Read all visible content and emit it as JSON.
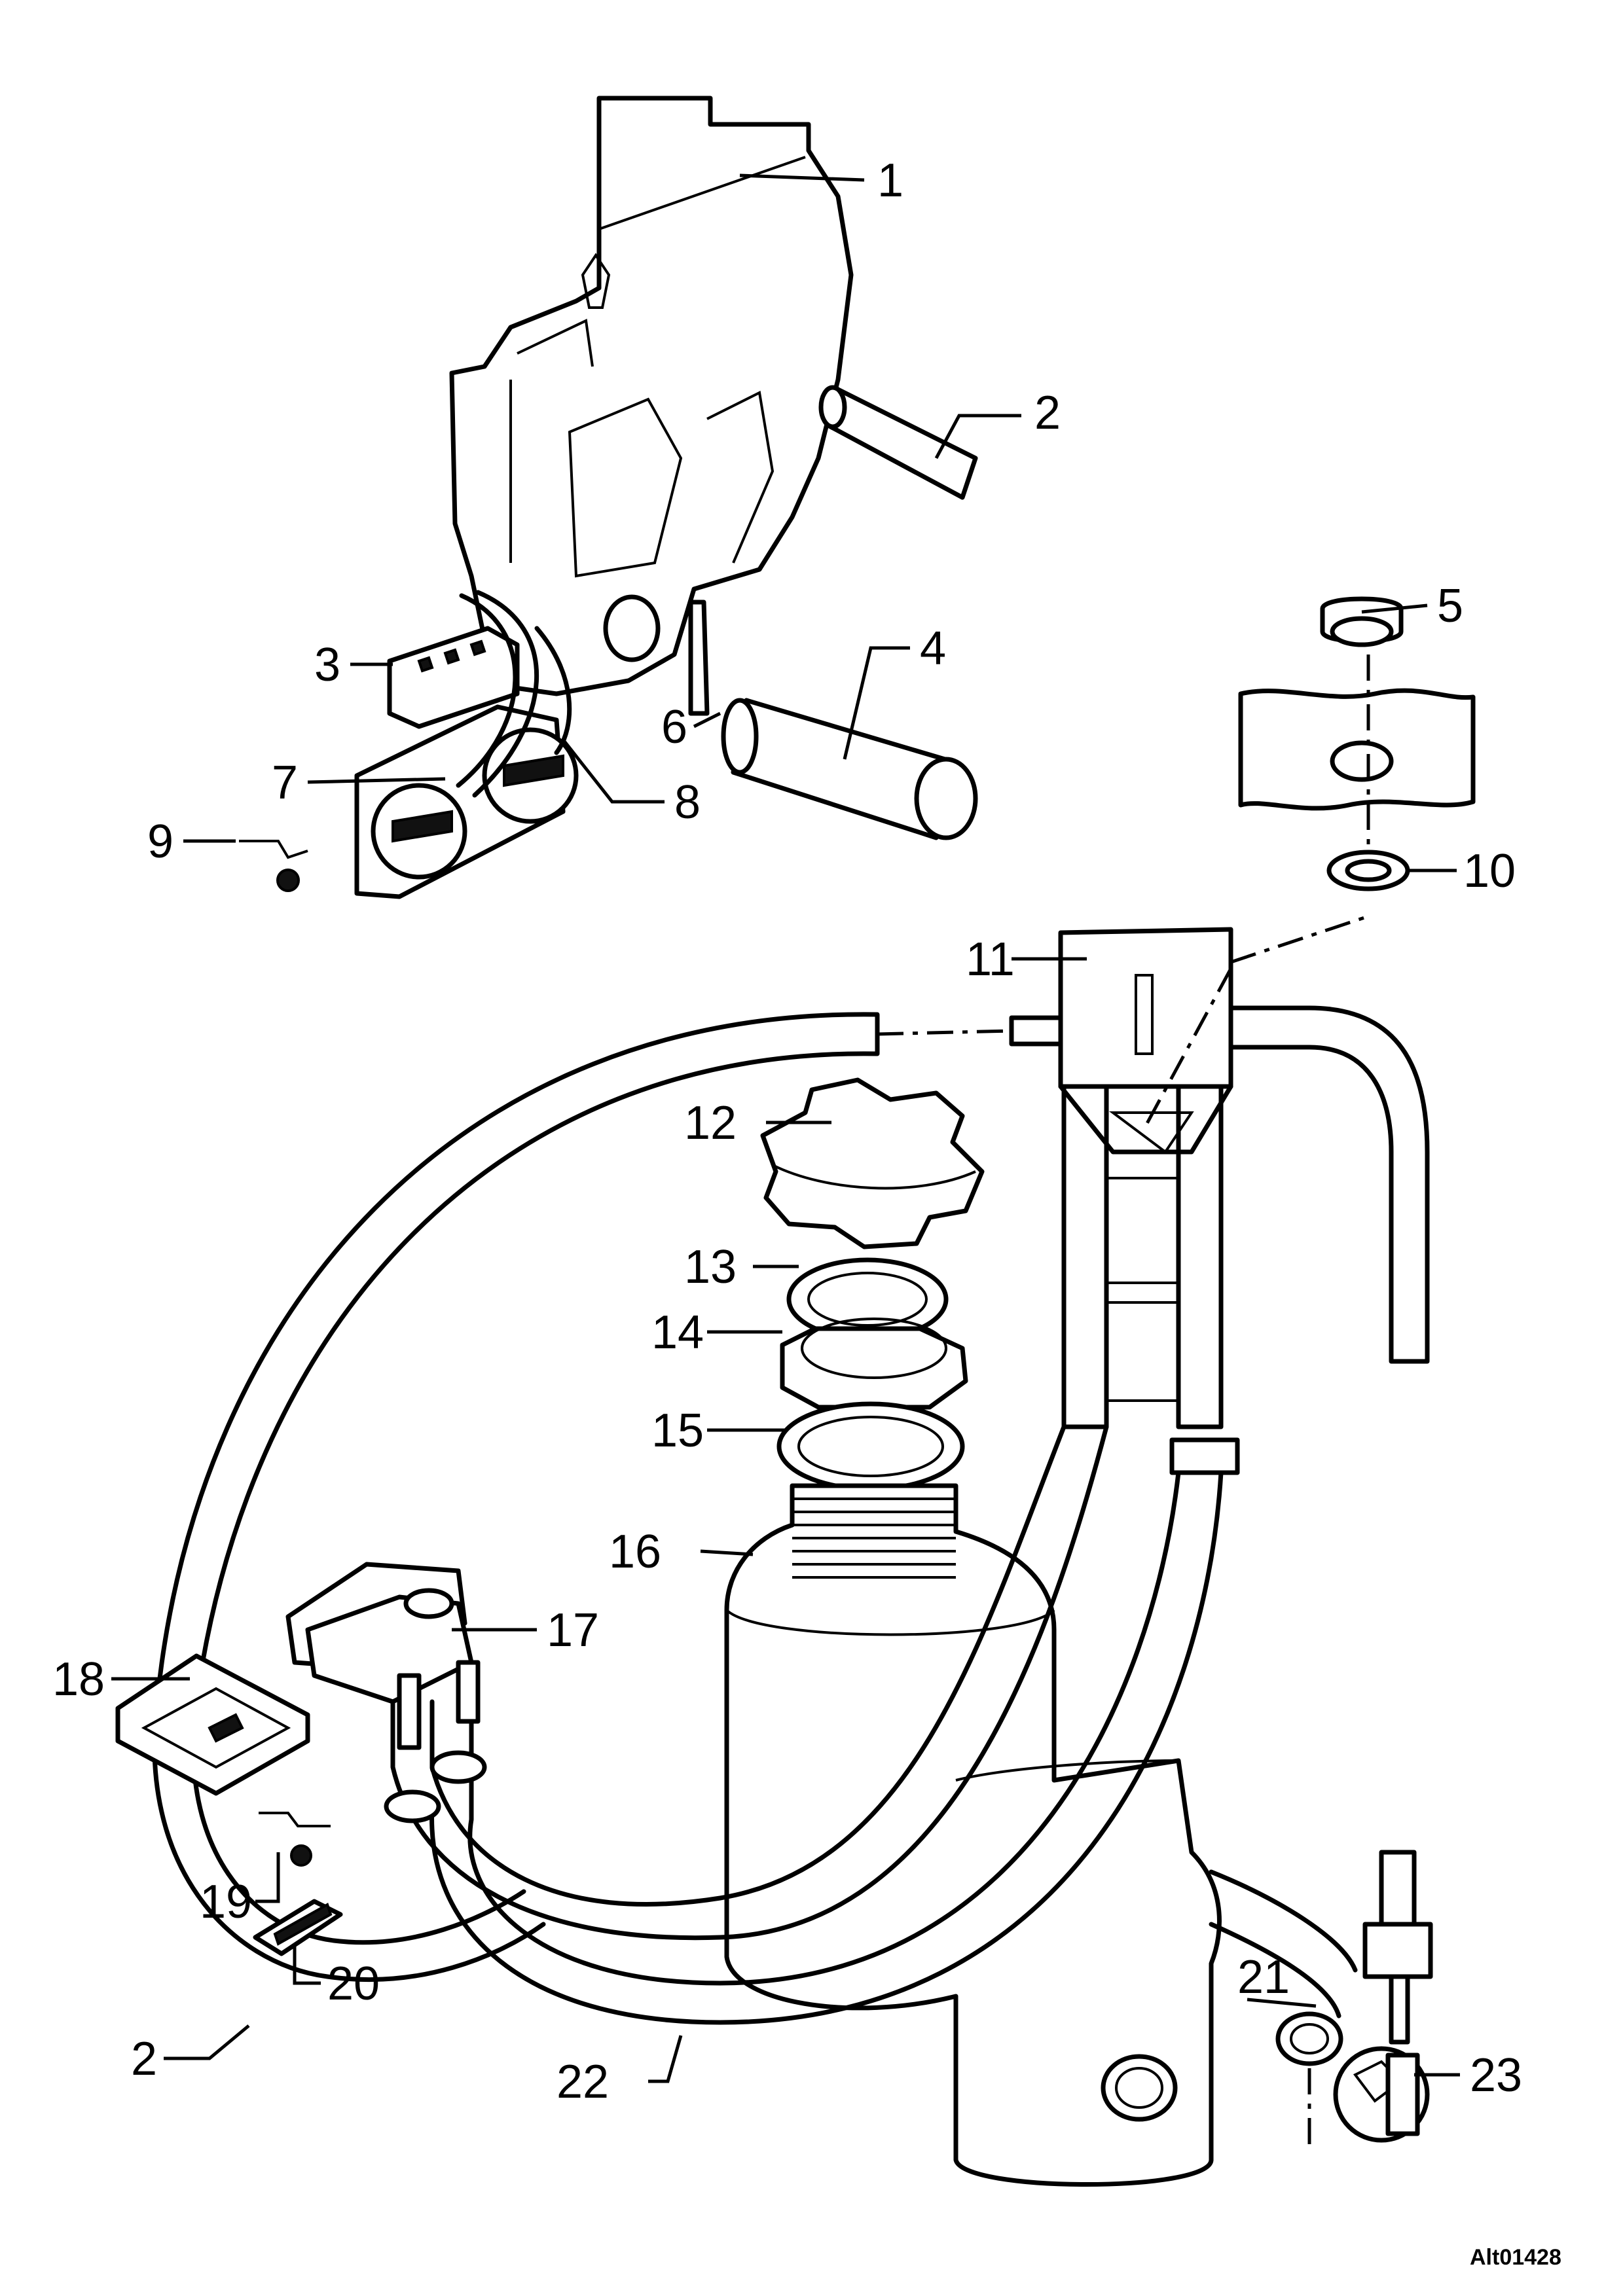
{
  "figure": {
    "reference_code": "Alt01428",
    "callouts": [
      {
        "id": "c1",
        "label": "1"
      },
      {
        "id": "c2a",
        "label": "2"
      },
      {
        "id": "c3",
        "label": "3"
      },
      {
        "id": "c4",
        "label": "4"
      },
      {
        "id": "c5",
        "label": "5"
      },
      {
        "id": "c6",
        "label": "6"
      },
      {
        "id": "c7",
        "label": "7"
      },
      {
        "id": "c8",
        "label": "8"
      },
      {
        "id": "c9",
        "label": "9"
      },
      {
        "id": "c10",
        "label": "10"
      },
      {
        "id": "c11",
        "label": "11"
      },
      {
        "id": "c12",
        "label": "12"
      },
      {
        "id": "c13",
        "label": "13"
      },
      {
        "id": "c14",
        "label": "14"
      },
      {
        "id": "c15",
        "label": "15"
      },
      {
        "id": "c16",
        "label": "16"
      },
      {
        "id": "c17",
        "label": "17"
      },
      {
        "id": "c18",
        "label": "18"
      },
      {
        "id": "c19",
        "label": "19"
      },
      {
        "id": "c20",
        "label": "20"
      },
      {
        "id": "c21",
        "label": "21"
      },
      {
        "id": "c2b",
        "label": "2"
      },
      {
        "id": "c22",
        "label": "22"
      },
      {
        "id": "c23",
        "label": "23"
      }
    ]
  }
}
